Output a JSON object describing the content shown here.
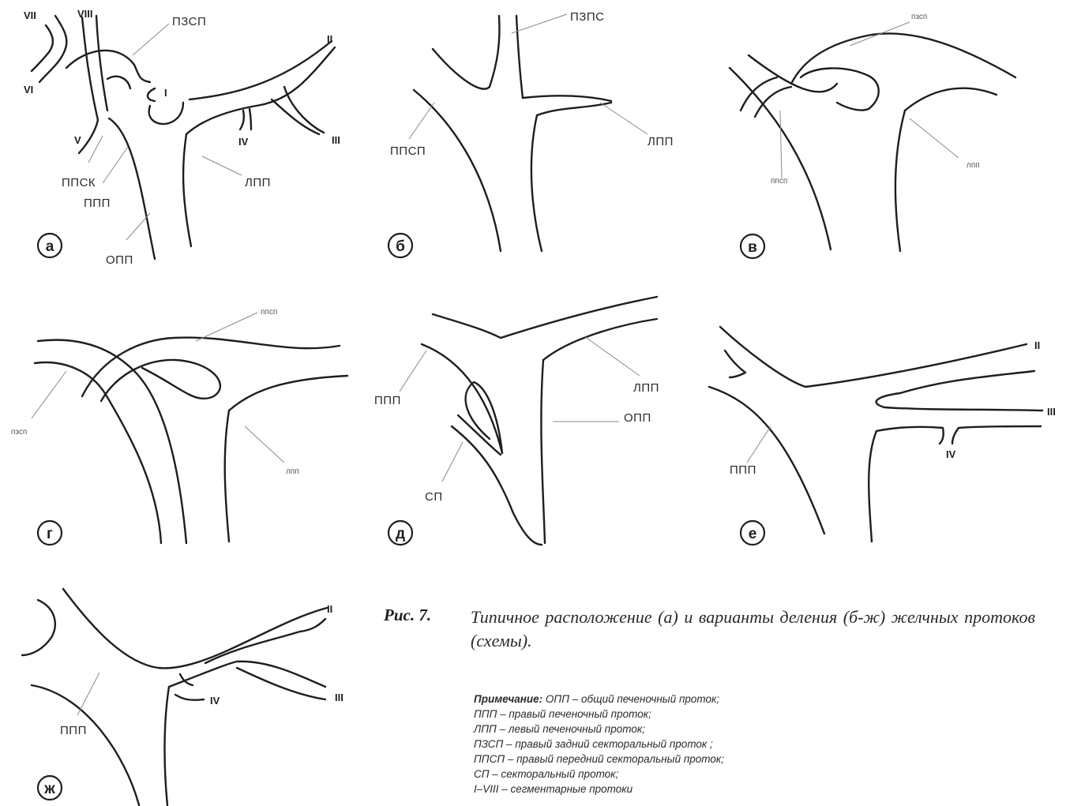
{
  "panels": {
    "a": {
      "letter": "а",
      "labels": {
        "pzsp": "ПЗСП",
        "ppsk": "ППСК",
        "ppp": "ППП",
        "opp": "ОПП",
        "lpp": "ЛПП"
      },
      "segments": {
        "vii": "VII",
        "viii": "VIII",
        "vi": "VI",
        "v": "V",
        "i": "I",
        "ii": "II",
        "iii": "III",
        "iv": "IV"
      }
    },
    "b": {
      "letter": "б",
      "labels": {
        "pzps": "ПЗПС",
        "ppsp": "ППСП",
        "lpp": "ЛПП"
      }
    },
    "v": {
      "letter": "в",
      "labels": {
        "pzsp": "пзсп",
        "ppsp": "ппсп",
        "lpp": "лпп"
      }
    },
    "g": {
      "letter": "г",
      "labels": {
        "ppsp": "ппсп",
        "pzsp": "пзсп",
        "lpp": "лпп"
      }
    },
    "d": {
      "letter": "д",
      "labels": {
        "ppp": "ППП",
        "lpp": "ЛПП",
        "opp": "ОПП",
        "sp": "СП"
      }
    },
    "e": {
      "letter": "е",
      "labels": {
        "ppp": "ППП"
      },
      "segments": {
        "ii": "II",
        "iii": "III",
        "iv": "IV"
      }
    },
    "zh": {
      "letter": "ж",
      "labels": {
        "ppp": "ППП"
      },
      "segments": {
        "ii": "II",
        "iii": "III",
        "iv": "IV"
      }
    }
  },
  "caption": {
    "label": "Рис. 7.",
    "text": "Типичное расположение (а) и варианты деления (б-ж) желчных протоков (схемы)."
  },
  "notes": {
    "title": "Примечание:",
    "lines": [
      "ОПП – общий печеночный проток;",
      "ППП – правый печеночный проток;",
      "ЛПП – левый печеночный проток;",
      "ПЗСП – правый задний секторальный проток ;",
      "ППСП – правый передний секторальный проток;",
      "СП – секторальный проток;",
      "I–VIII – сегментарные протоки"
    ]
  }
}
